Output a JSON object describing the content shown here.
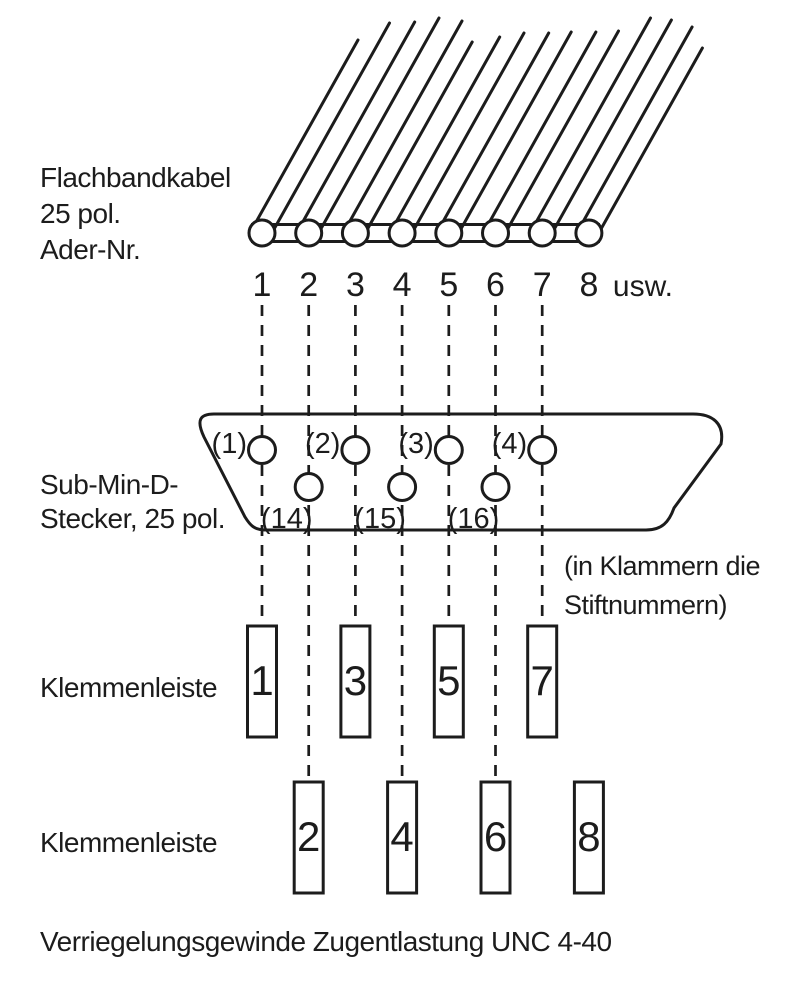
{
  "colors": {
    "ink": "#1c1c1c",
    "background": "#ffffff"
  },
  "cable": {
    "label_lines": [
      "Flachbandkabel",
      "25 pol.",
      "Ader-Nr."
    ],
    "wire_numbers": [
      "1",
      "2",
      "3",
      "4",
      "5",
      "6",
      "7",
      "8"
    ],
    "etc_suffix": "usw."
  },
  "connector": {
    "label_lines": [
      "Sub-Min-D-",
      "Stecker, 25 pol."
    ],
    "top_pin_labels": [
      "(1)",
      "(2)",
      "(3)",
      "(4)"
    ],
    "bottom_pin_labels": [
      "(14)",
      "(15)",
      "(16)"
    ],
    "note_lines": [
      "(in Klammern die",
      "Stiftnummern)"
    ]
  },
  "terminal_rows": [
    {
      "label": "Klemmenleiste",
      "numbers": [
        "1",
        "3",
        "5",
        "7"
      ]
    },
    {
      "label": "Klemmenleiste",
      "numbers": [
        "2",
        "4",
        "6",
        "8"
      ]
    }
  ],
  "footer": "Verriegelungsgewinde Zugentlastung UNC 4-40"
}
